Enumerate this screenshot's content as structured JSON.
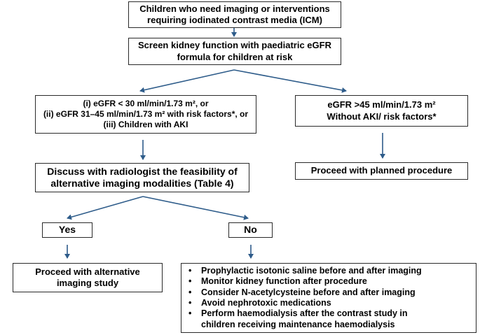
{
  "boxes": {
    "icm": [
      "Children who need imaging or interventions",
      "requiring iodinated contrast media (ICM)"
    ],
    "screen": [
      "Screen kidney function with paediatric eGFR",
      "formula for children at risk"
    ],
    "left_criteria": [
      "(i) eGFR < 30 ml/min/1.73 m², or",
      "(ii) eGFR 31–45 ml/min/1.73 m² with risk factors*, or",
      "(iii) Children with AKI"
    ],
    "right_criteria": [
      "eGFR >45 ml/min/1.73 m²",
      "Without AKI/ risk factors*"
    ],
    "discuss": [
      "Discuss with radiologist the feasibility of",
      "alternative imaging modalities (Table 4)"
    ],
    "proceed_planned": "Proceed with planned procedure",
    "yes": "Yes",
    "no": "No",
    "alternative": [
      "Proceed with alternative",
      "imaging study"
    ],
    "bullets": [
      [
        "Prophylactic isotonic saline before and after imaging"
      ],
      [
        "Monitor kidney function after procedure"
      ],
      [
        "Consider N-acetylcysteine before and after imaging"
      ],
      [
        "Avoid nephrotoxic medications"
      ],
      [
        "Perform haemodialysis after the contrast study in",
        "children receiving maintenance haemodialysis"
      ]
    ]
  },
  "colors": {
    "arrow": "#2e5c8a",
    "border": "#2a2a2a",
    "text": "#000000"
  }
}
